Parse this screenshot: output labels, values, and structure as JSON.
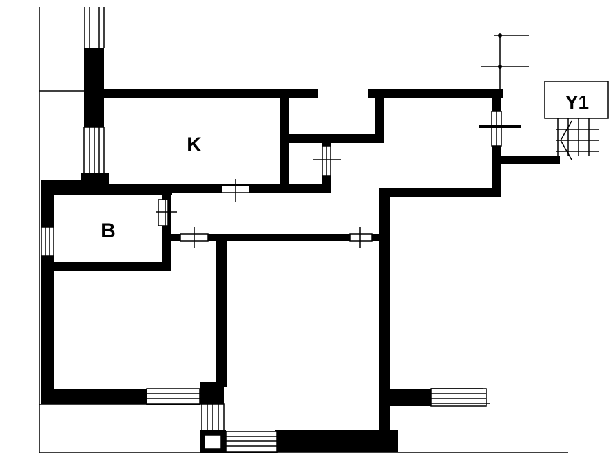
{
  "plan": {
    "rooms": [
      {
        "id": "kitchen",
        "label": "K"
      },
      {
        "id": "bath",
        "label": "B"
      }
    ],
    "entrance_label": "Y1",
    "colors": {
      "wall": "#000000",
      "background": "#ffffff"
    }
  }
}
